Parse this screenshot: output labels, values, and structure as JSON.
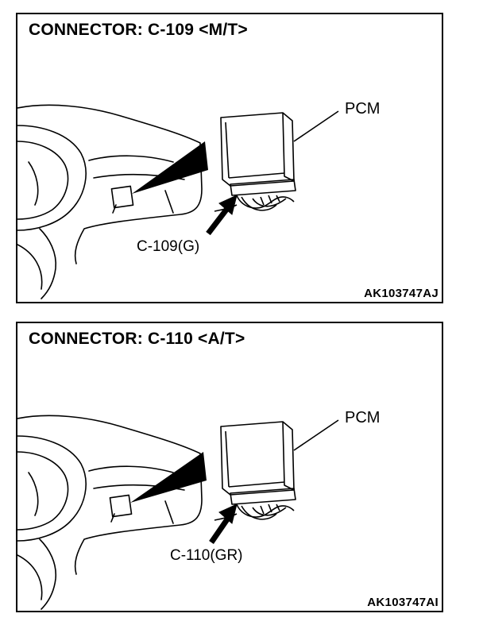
{
  "panels": [
    {
      "title": "CONNECTOR: C-109 <M/T>",
      "pcm_label": "PCM",
      "connector_label": "C-109(G)",
      "figure_id": "AK103747AJ"
    },
    {
      "title": "CONNECTOR: C-110 <A/T>",
      "pcm_label": "PCM",
      "connector_label": "C-110(GR)",
      "figure_id": "AK103747AI"
    }
  ]
}
